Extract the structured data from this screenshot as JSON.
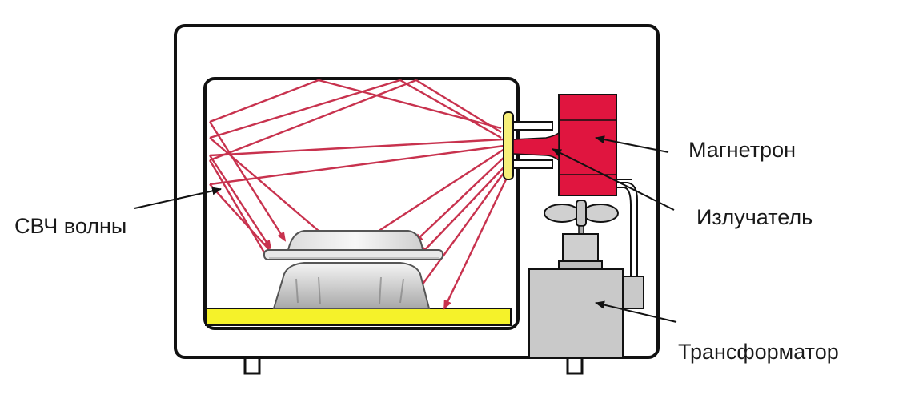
{
  "labels": {
    "waves": "СВЧ волны",
    "magnetron": "Магнетрон",
    "emitter": "Излучатель",
    "transformer": "Трансформатор"
  },
  "colors": {
    "wave": "#c8324e",
    "magnetron": "#e0153f",
    "tray": "#f5f22a",
    "emitter": "#f7ef7a",
    "transformer": "#c9c9c9",
    "outline": "#111111"
  },
  "icons": {
    "fan": "fan-icon",
    "dish": "glass-dish-icon"
  }
}
